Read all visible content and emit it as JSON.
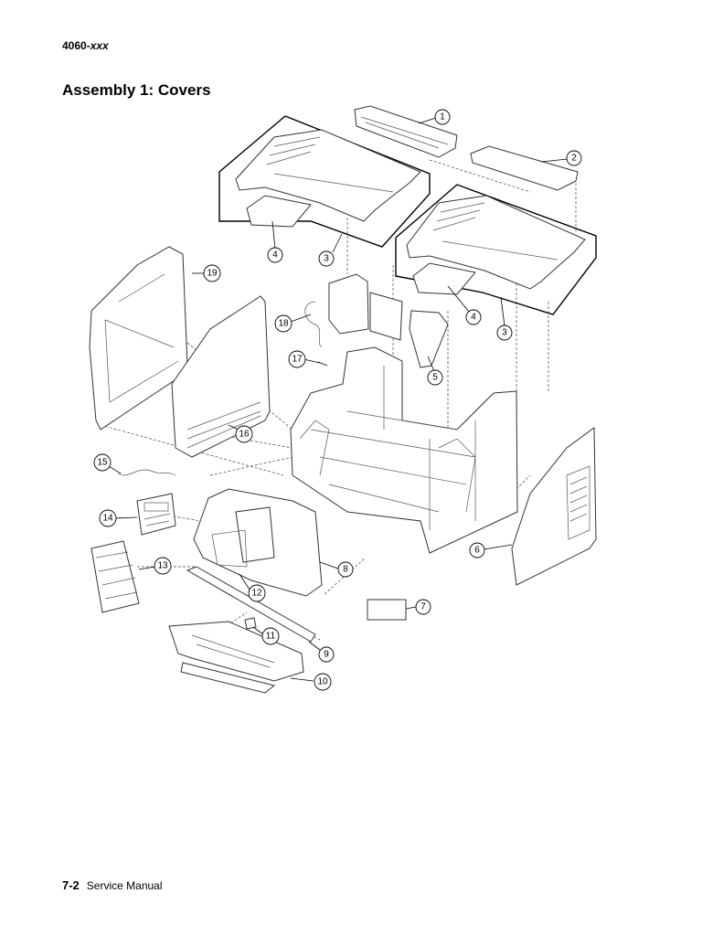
{
  "header": {
    "doc_id_prefix": "4060-",
    "doc_id_suffix": "xxx",
    "title": "Assembly 1:  Covers"
  },
  "footer": {
    "page_number": "7-2",
    "label": "Service Manual"
  },
  "callouts": {
    "c1": "1",
    "c2": "2",
    "c3a": "3",
    "c3b": "3",
    "c4a": "4",
    "c4b": "4",
    "c5": "5",
    "c6": "6",
    "c7": "7",
    "c8": "8",
    "c9": "9",
    "c10": "10",
    "c11": "11",
    "c12": "12",
    "c13": "13",
    "c14": "14",
    "c15": "15",
    "c16": "16",
    "c17": "17",
    "c18": "18",
    "c19": "19"
  }
}
